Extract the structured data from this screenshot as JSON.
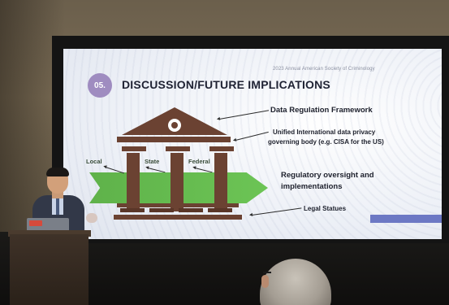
{
  "slide": {
    "conference": "2023 Annual American Society of Criminology",
    "badge": "05.",
    "title": "DISCUSSION/FUTURE IMPLICATIONS",
    "labels": {
      "framework": "Data Regulation Framework",
      "unified_line1": "Unified International data privacy",
      "unified_line2": "governing body (e.g. CISA for the US)",
      "local": "Local",
      "state": "State",
      "federal": "Federal",
      "oversight_line1": "Regulatory oversight and",
      "oversight_line2": "implementations",
      "legal": "Legal Statues"
    }
  },
  "colors": {
    "badge": "#9f8cc0",
    "building": "#6b4232",
    "ribbon": "#5fb24a",
    "accent_bar": "#6c78c4"
  }
}
